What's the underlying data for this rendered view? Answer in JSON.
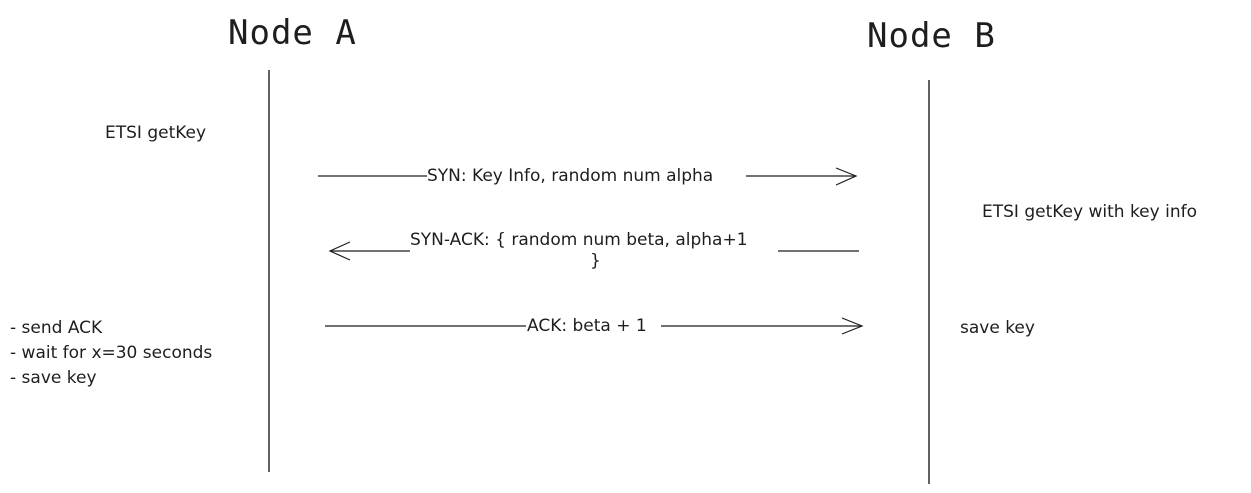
{
  "nodes": {
    "a": {
      "title": "Node A"
    },
    "b": {
      "title": "Node B"
    }
  },
  "notes": {
    "a_getkey": "ETSI getKey",
    "a_steps": [
      "send ACK",
      "wait for x=30 seconds",
      "save key"
    ],
    "b_getkey": "ETSI getKey with key info",
    "b_save": "save key"
  },
  "messages": [
    {
      "from": "Node A",
      "to": "Node B",
      "label": "SYN: Key Info, random num alpha"
    },
    {
      "from": "Node B",
      "to": "Node A",
      "label": "SYN-ACK: { random num beta, alpha+1",
      "label_cont": "}"
    },
    {
      "from": "Node A",
      "to": "Node B",
      "label": "ACK: beta + 1"
    }
  ],
  "colors": {
    "ink": "#1e1e1e",
    "background": "#ffffff"
  }
}
